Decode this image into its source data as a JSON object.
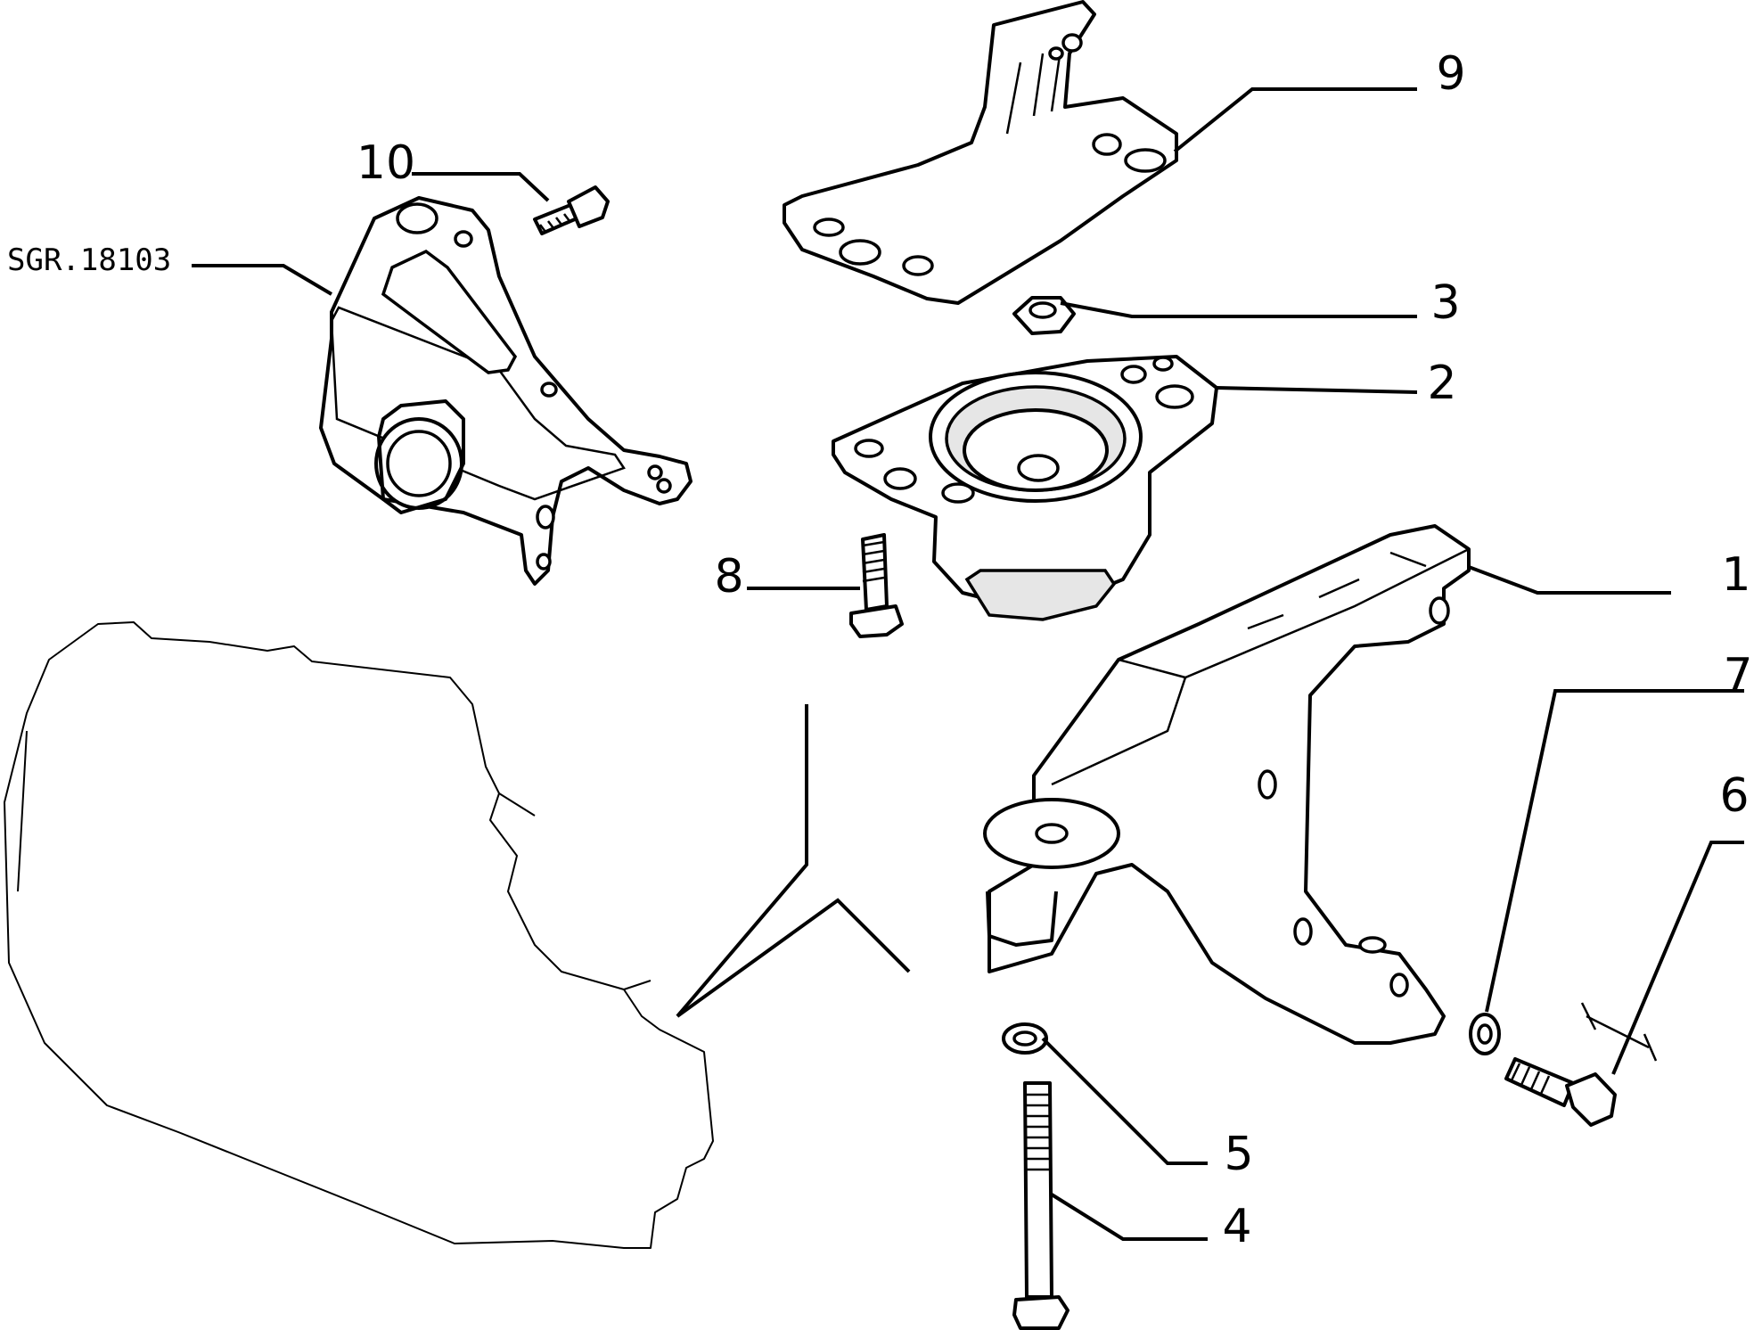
{
  "diagram": {
    "reference_label": "SGR.18103",
    "callouts": [
      {
        "id": "1",
        "text": "1"
      },
      {
        "id": "2",
        "text": "2"
      },
      {
        "id": "3",
        "text": "3"
      },
      {
        "id": "4",
        "text": "4"
      },
      {
        "id": "5",
        "text": "5"
      },
      {
        "id": "6",
        "text": "6"
      },
      {
        "id": "7",
        "text": "7"
      },
      {
        "id": "8",
        "text": "8"
      },
      {
        "id": "9",
        "text": "9"
      },
      {
        "id": "10",
        "text": "10"
      }
    ]
  }
}
